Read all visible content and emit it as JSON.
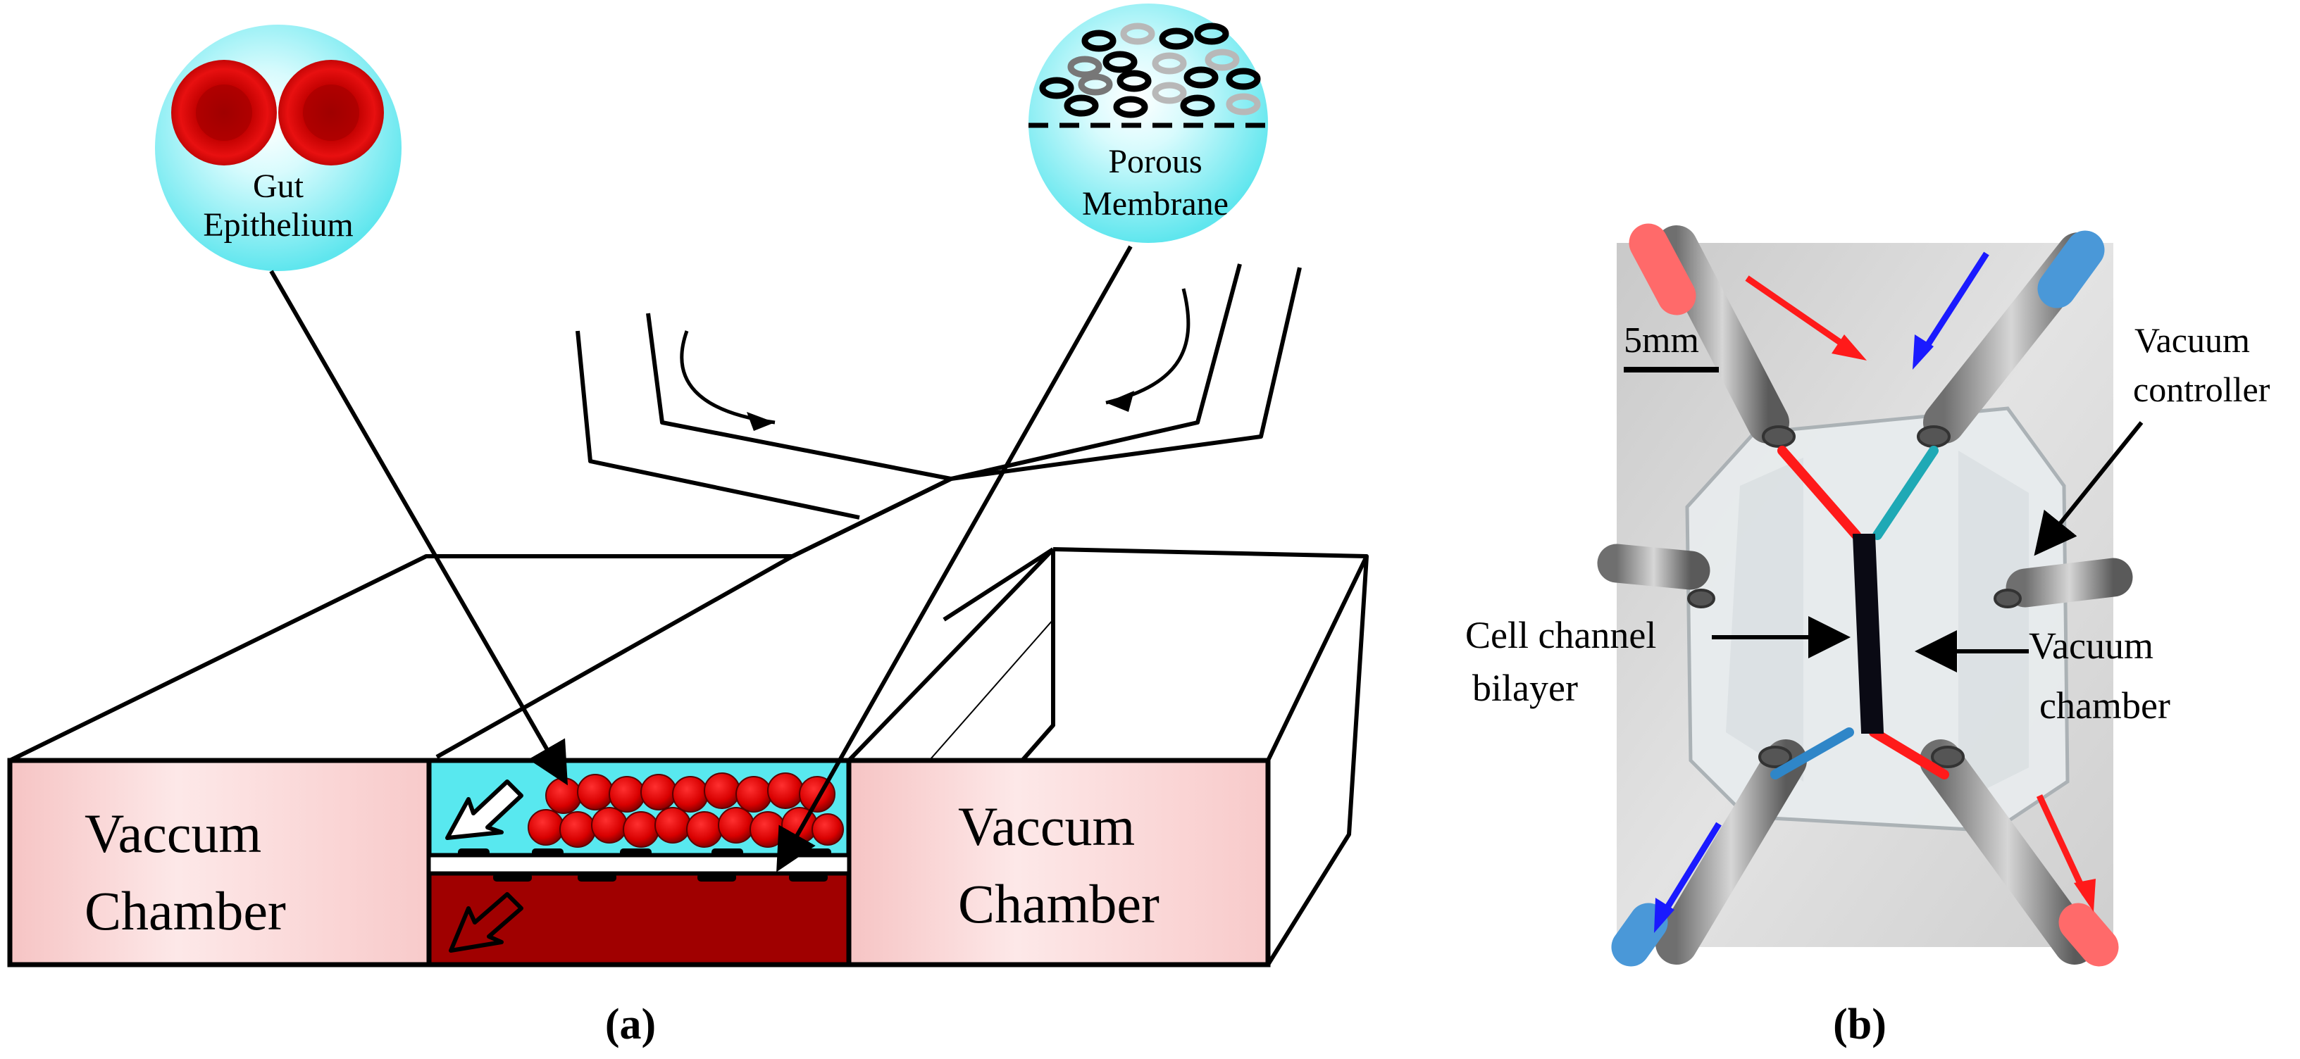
{
  "panel_a": {
    "caption": "(a)",
    "bubble_left": {
      "line1": "Gut",
      "line2": "Epithelium"
    },
    "bubble_right": {
      "line1": "Porous",
      "line2": "Membrane"
    },
    "left_chamber": {
      "line1": "Vaccum",
      "line2": "Chamber"
    },
    "right_chamber": {
      "line1": "Vaccum",
      "line2": "Chamber"
    },
    "colors": {
      "bubble": "#8ef0f5",
      "cells": "#e00000",
      "chamber_fill": "#fbd5d5",
      "top_channel": "#58e8ef",
      "bottom_channel": "#a00000"
    }
  },
  "panel_b": {
    "caption": "(b)",
    "scale_bar": "5mm",
    "vacuum_controller": {
      "line1": "Vacuum",
      "line2": "controller"
    },
    "cell_channel": {
      "line1": "Cell channel",
      "line2": "bilayer"
    },
    "vacuum_chamber": {
      "line1": "Vacuum",
      "line2": "chamber"
    },
    "colors": {
      "inflow_arrow": "#ff1a1a",
      "outflow_arrow": "#1a1aff",
      "channel": "#0a0a14"
    }
  }
}
